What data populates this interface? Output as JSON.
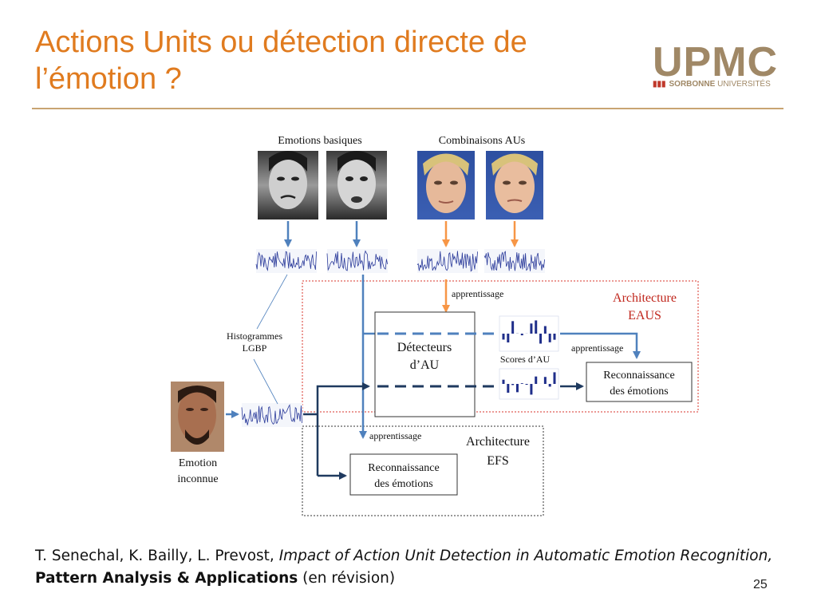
{
  "slide": {
    "title": "Actions Units ou détection directe de l’émotion ?",
    "page_number": "25"
  },
  "logo": {
    "main": "UPMC",
    "sub_bold": "SORBONNE",
    "sub_light": "UNIVERSITÉS"
  },
  "diagram": {
    "label_basic_emotions": "Emotions basiques",
    "label_au_combinations": "Combinaisons AUs",
    "label_histograms_line1": "Histogrammes",
    "label_histograms_line2": "LGBP",
    "label_unknown_line1": "Emotion",
    "label_unknown_line2": "inconnue",
    "label_learning_top": "apprentissage",
    "label_learning_right": "apprentissage",
    "label_learning_bottom": "apprentissage",
    "detectors_line1": "Détecteurs",
    "detectors_line2": "d’AU",
    "au_scores": "Scores d’AU",
    "eaus_line1": "Architecture",
    "eaus_line2": "EAUS",
    "efs_line1": "Architecture",
    "efs_line2": "EFS",
    "recog_right_line1": "Reconnaissance",
    "recog_right_line2": "des émotions",
    "recog_bottom_line1": "Reconnaissance",
    "recog_bottom_line2": "des émotions",
    "colors": {
      "blue_arrow": "#4f81bd",
      "orange_arrow": "#f79646",
      "navy_arrow": "#1f3a5f",
      "eaus_border": "#d9352b",
      "eaus_text": "#c0261c"
    }
  },
  "citation": {
    "authors": "T. Senechal, K. Bailly, L. Prevost, ",
    "title": "Impact of Action Unit Detection in Automatic Emotion Recognition,",
    "journal": "Pattern Analysis & Applications",
    "status": " (en révision)"
  }
}
